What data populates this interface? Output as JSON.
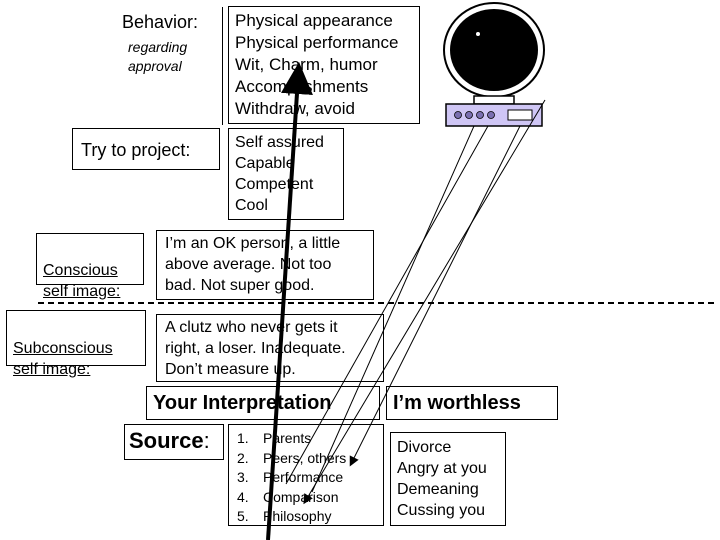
{
  "behavior": {
    "label": "Behavior:",
    "sublabel": "regarding\napproval",
    "items": [
      "Physical appearance",
      "Physical performance",
      "Wit, Charm, humor",
      "Accomplishments",
      "Withdraw, avoid"
    ]
  },
  "project": {
    "label": "Try to project:",
    "items": [
      "Self assured",
      "Capable",
      "Competent",
      "Cool"
    ]
  },
  "conscious": {
    "label": "Conscious\nself image:",
    "text": "I’m an OK person, a little\nabove average.  Not too\nbad.  Not super good."
  },
  "subconscious": {
    "label": "Subconscious\nself image:",
    "text": "A clutz who never gets it\nright, a loser.  Inadequate.\nDon’t measure up."
  },
  "interpretation": {
    "label": "Your Interpretation",
    "conclusion": "I’m worthless"
  },
  "source": {
    "label": "Source",
    "colon": ":",
    "items": [
      {
        "num": "1.",
        "text": "Parents"
      },
      {
        "num": "2.",
        "text": "Peers, others"
      },
      {
        "num": "3.",
        "text": "Performance"
      },
      {
        "num": "4.",
        "text": "Comparison"
      },
      {
        "num": "5.",
        "text": "Philosophy"
      }
    ],
    "examples": [
      "Divorce",
      "Angry at you",
      "Demeaning",
      "Cussing you"
    ]
  },
  "colors": {
    "monitor_screen": "#000000",
    "console": "#cfc6f5",
    "dashed_line": "#000000"
  },
  "icons": {
    "monitor": "radar-monitor-icon"
  }
}
